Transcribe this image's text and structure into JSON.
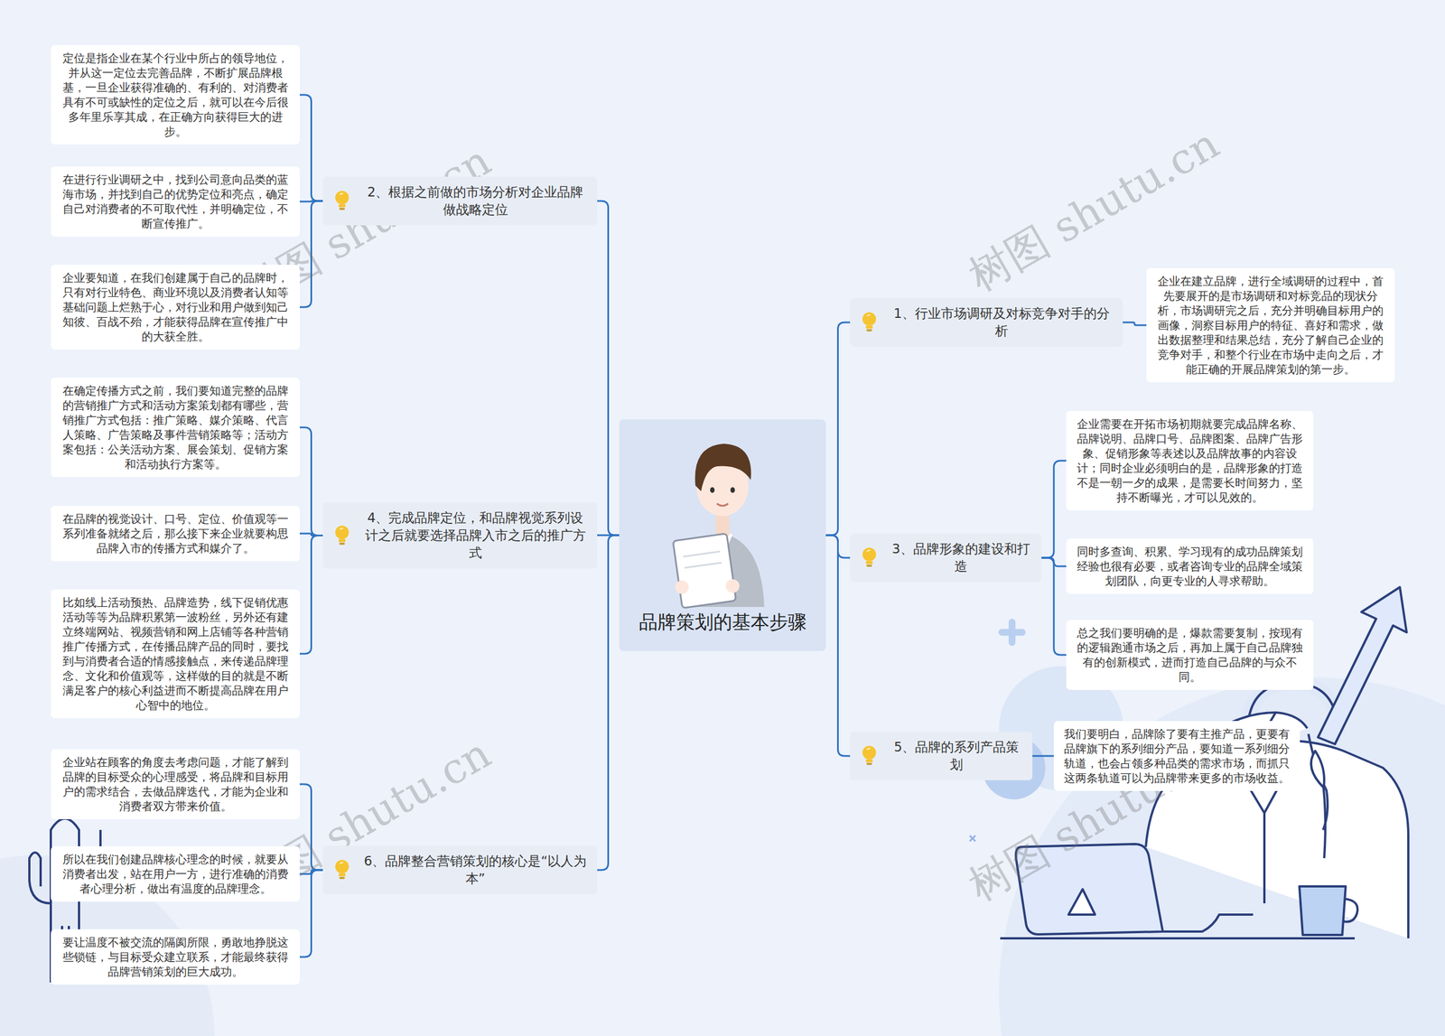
{
  "diagram": {
    "nodes": [
      {
        "text": [
          "品牌策划的基本步骤"
        ]
      },
      {
        "text": [
          "1、行业市场调研及对标竞争对手的分析"
        ]
      },
      {
        "text": [
          "企业在建立品牌，进行全域调研的过程中，首先要展开的是市场调研和对标竞品的现状分析，市场调研完之后，充分并明确目标用户的画像，洞察目标用户的特征、喜好和需求，做出数据整理和结果总结，充分了解自己企业的竞争对手，和整个行业在市场中走向之后，才能正确的开展品牌策划的第一步。"
        ]
      },
      {
        "text": [
          "2、根据之前做的市场分析对企业品牌做战略定位"
        ]
      },
      {
        "text": [
          "定位是指企业在某个行业中所占的领导地位，并从这一定位去完善品牌，不断扩展品牌根基，一旦企业获得准确的、有利的、对消费者具有不可或缺性的定位之后，就可以在今后很多年里乐享其成，在正确方向获得巨大的进步。"
        ]
      },
      {
        "text": [
          "在进行行业调研之中，找到公司意向品类的蓝海市场，并找到自己的优势定位和亮点，确定自己对消费者的不可取代性，并明确定位，不断宣传推广。"
        ]
      },
      {
        "text": [
          "企业要知道，在我们创建属于自己的品牌时，只有对行业特色、商业环境以及消费者认知等基础问题上烂熟于心，对行业和用户做到知己知彼、百战不殆，才能获得品牌在宣传推广中的大获全胜。"
        ]
      },
      {
        "text": [
          "3、品牌形象的建设和打造"
        ]
      },
      {
        "text": [
          "企业需要在开拓市场初期就要完成品牌名称、品牌说明、品牌口号、品牌图案、品牌广告形象、促销形象等表述以及品牌故事的内容设计；同时企业必须明白的是，品牌形象的打造不是一朝一夕的成果，是需要长时间努力，坚持不断曝光，才可以见效的。"
        ]
      },
      {
        "text": [
          "同时多查询、积累、学习现有的成功品牌策划经验也很有必要，或者咨询专业的品牌全域策划团队，向更专业的人寻求帮助。"
        ]
      },
      {
        "text": [
          "总之我们要明确的是，爆款需要复制，按现有的逻辑跑通市场之后，再加上属于自己品牌独有的创新模式，进而打造自己品牌的与众不同。"
        ]
      },
      {
        "text": [
          "4、完成品牌定位，和品牌视觉系列设计之后就要选择品牌入市之后的推广方式"
        ]
      },
      {
        "text": [
          "在确定传播方式之前，我们要知道完整的品牌的营销推广方式和活动方案策划都有哪些，营销推广方式包括：推广策略、媒介策略、代言人策略、广告策略及事件营销策略等；活动方案包括：公关活动方案、展会策划、促销方案和活动执行方案等。"
        ]
      },
      {
        "text": [
          "在品牌的视觉设计、口号、定位、价值观等一系列准备就绪之后，那么接下来企业就要构思品牌入市的传播方式和媒介了。"
        ]
      },
      {
        "text": [
          "比如线上活动预热、品牌造势，线下促销优惠活动等等为品牌积累第一波粉丝，另外还有建立终端网站、视频营销和网上店铺等各种营销推广传播方式，在传播品牌产品的同时，要找到与消费者合适的情感接触点，来传递品牌理念、文化和价值观等，这样做的目的就是不断满足客户的核心利益进而不断提高品牌在用户心智中的地位。"
        ]
      },
      {
        "text": [
          "5、品牌的系列产品策划"
        ]
      },
      {
        "text": [
          "我们要明白，品牌除了要有主推产品，更要有品牌旗下的系列细分产品，要知道一系列细分轨道，也会占领多种品类的需求市场，而抓只这两条轨道可以为品牌带来更多的市场收益。"
        ]
      },
      {
        "text": [
          "6、品牌整合营销策划的核心是“以人为本”"
        ]
      },
      {
        "text": [
          "企业站在顾客的角度去考虑问题，才能了解到品牌的目标受众的心理感受，将品牌和目标用户的需求结合，去做品牌迭代，才能为企业和消费者双方带来价值。"
        ]
      },
      {
        "text": [
          "所以在我们创建品牌核心理念的时候，就要从消费者出发，站在用户一方，进行准确的消费者心理分析，做出有温度的品牌理念。"
        ]
      },
      {
        "text": [
          "要让温度不被交流的隔阂所限，勇敢地挣脱这些锁链，与目标受众建立联系，才能最终获得品牌营销策划的巨大成功。"
        ]
      }
    ],
    "edges": [
      {
        "from": 0,
        "to": 1,
        "arrow": "none"
      },
      {
        "from": 1,
        "to": 2,
        "arrow": "none"
      },
      {
        "from": 0,
        "to": 3,
        "arrow": "none"
      },
      {
        "from": 3,
        "to": 4,
        "arrow": "none"
      },
      {
        "from": 3,
        "to": 5,
        "arrow": "none"
      },
      {
        "from": 3,
        "to": 6,
        "arrow": "none"
      },
      {
        "from": 0,
        "to": 7,
        "arrow": "none"
      },
      {
        "from": 7,
        "to": 8,
        "arrow": "none"
      },
      {
        "from": 7,
        "to": 9,
        "arrow": "none"
      },
      {
        "from": 7,
        "to": 10,
        "arrow": "none"
      },
      {
        "from": 0,
        "to": 11,
        "arrow": "none"
      },
      {
        "from": 11,
        "to": 12,
        "arrow": "none"
      },
      {
        "from": 11,
        "to": 13,
        "arrow": "none"
      },
      {
        "from": 11,
        "to": 14,
        "arrow": "none"
      },
      {
        "from": 0,
        "to": 15,
        "arrow": "none"
      },
      {
        "from": 15,
        "to": 16,
        "arrow": "none"
      },
      {
        "from": 0,
        "to": 17,
        "arrow": "none"
      },
      {
        "from": 17,
        "to": 18,
        "arrow": "none"
      },
      {
        "from": 17,
        "to": 19,
        "arrow": "none"
      },
      {
        "from": 17,
        "to": 20,
        "arrow": "none"
      }
    ],
    "labels": [
      "树图 shutu.cn",
      "树图 shutu.cn",
      "树图 shutu.cn",
      "树图 shutu.cn"
    ]
  }
}
